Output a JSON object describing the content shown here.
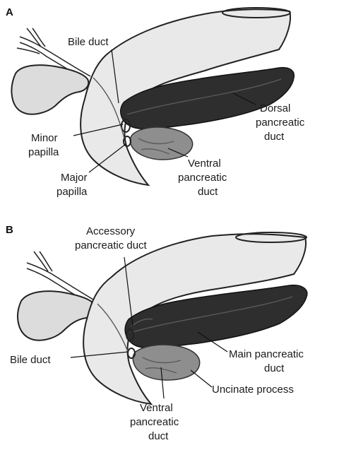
{
  "panel_a": {
    "letter": "A",
    "labels": {
      "bile_duct": "Bile duct",
      "dorsal_1": "Dorsal",
      "dorsal_2": "pancreatic",
      "dorsal_3": "duct",
      "minor_1": "Minor",
      "minor_2": "papilla",
      "major_1": "Major",
      "major_2": "papilla",
      "ventral_1": "Ventral",
      "ventral_2": "pancreatic",
      "ventral_3": "duct"
    }
  },
  "panel_b": {
    "letter": "B",
    "labels": {
      "accessory_1": "Accessory",
      "accessory_2": "pancreatic duct",
      "bile_duct": "Bile duct",
      "main_1": "Main pancreatic",
      "main_2": "duct",
      "uncinate": "Uncinate process",
      "ventral_1": "Ventral",
      "ventral_2": "pancreatic",
      "ventral_3": "duct"
    }
  }
}
